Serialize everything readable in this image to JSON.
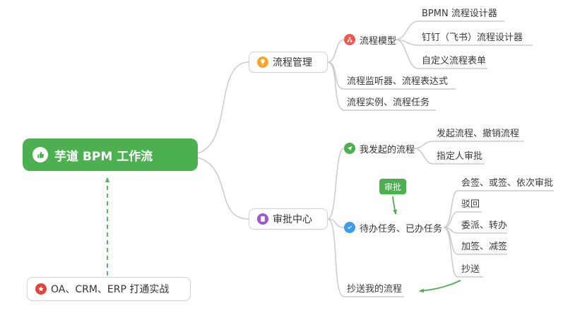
{
  "colors": {
    "root_green": "#4caf50",
    "connector_gray": "#cccccc",
    "icon_orange": "#f5a623",
    "icon_red": "#f0574e",
    "icon_purple": "#9b59c9",
    "icon_green": "#4caf50",
    "icon_blue": "#3d9be9",
    "icon_star_red": "#e8413a",
    "badge_green": "#4caf50",
    "arrow_green": "#4caf50"
  },
  "root": {
    "label": "芋道 BPM 工作流",
    "icon": "thumbs-up-icon"
  },
  "process_management": {
    "label": "流程管理",
    "icon": "lightbulb-icon",
    "children": {
      "process_model": {
        "label": "流程模型",
        "icon": "flowchart-icon",
        "children": {
          "bpmn_designer": {
            "label": "BPMN 流程设计器"
          },
          "dingtalk_designer": {
            "label": "钉钉（飞书）流程设计器"
          },
          "custom_form": {
            "label": "自定义流程表单"
          }
        }
      },
      "listener_expression": {
        "label": "流程监听器、流程表达式"
      },
      "instance_task": {
        "label": "流程实例、流程任务"
      }
    }
  },
  "approval_center": {
    "label": "审批中心",
    "icon": "document-icon",
    "children": {
      "my_initiated": {
        "label": "我发起的流程",
        "icon": "send-icon",
        "children": {
          "initiate_cancel": {
            "label": "发起流程、撤销流程"
          },
          "assignee_approval": {
            "label": "指定人审批"
          }
        }
      },
      "todo_done": {
        "label": "待办任务、已办任务",
        "icon": "check-icon",
        "children": {
          "countersign": {
            "label": "会签、或签、依次审批"
          },
          "reject": {
            "label": "驳回"
          },
          "delegate": {
            "label": "委派、转办"
          },
          "add_sign": {
            "label": "加签、减签"
          },
          "cc": {
            "label": "抄送"
          }
        }
      },
      "cc_my_process": {
        "label": "抄送我的流程"
      }
    }
  },
  "practice": {
    "label": "OA、CRM、ERP 打通实战",
    "icon": "star-icon"
  },
  "approval_badge": {
    "label": "审批"
  }
}
